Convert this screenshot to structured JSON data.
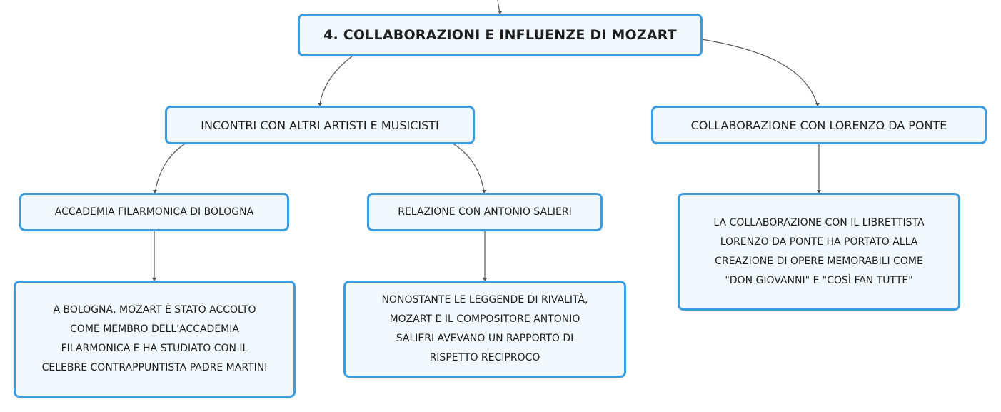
{
  "map": {
    "root": {
      "label": "4. COLLABORAZIONI E INFLUENZE DI MOZART"
    },
    "branches": [
      {
        "label": "INCONTRI CON ALTRI ARTISTI E MUSICISTI",
        "children": [
          {
            "label": "ACCADEMIA FILARMONICA DI BOLOGNA",
            "detail": "A BOLOGNA, MOZART È STATO ACCOLTO\nCOME MEMBRO DELL'ACCADEMIA\nFILARMONICA E HA STUDIATO CON IL\nCELEBRE CONTRAPPUNTISTA PADRE MARTINI"
          },
          {
            "label": "RELAZIONE CON ANTONIO SALIERI",
            "detail": "NONOSTANTE LE LEGGENDE DI RIVALITÀ,\nMOZART E IL COMPOSITORE ANTONIO\nSALIERI AVEVANO UN RAPPORTO DI\nRISPETTO RECIPROCO"
          }
        ]
      },
      {
        "label": "COLLABORAZIONE CON LORENZO DA PONTE",
        "detail": "LA COLLABORAZIONE CON IL LIBRETTISTA\nLORENZO DA PONTE HA PORTATO ALLA\nCREAZIONE DI OPERE MEMORABILI COME\n\"DON GIOVANNI\" E \"COSÌ FAN TUTTE\""
      }
    ]
  },
  "colors": {
    "node_border": "#3b9ce0",
    "node_fill": "#f2f9fe",
    "connector": "#555555",
    "text": "#1e1e1e"
  }
}
